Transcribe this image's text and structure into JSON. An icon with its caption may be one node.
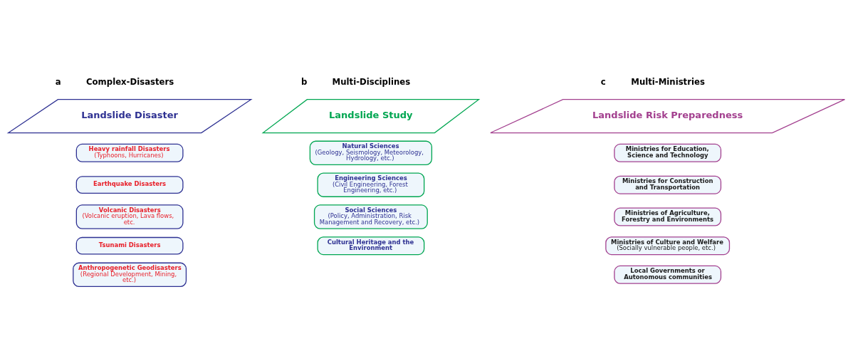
{
  "diagram": {
    "nodes": [
      {
        "text": [
          "Landslide Disaster"
        ]
      },
      {
        "text": [
          "Heavy rainfall Disasters",
          "(Typhoons, Hurricanes)"
        ]
      },
      {
        "text": [
          "Earthquake Disasters"
        ]
      },
      {
        "text": [
          "Volcanic Disasters",
          "(Volcanic eruption, Lava flows, etc."
        ]
      },
      {
        "text": [
          "Tsunami Disasters"
        ]
      },
      {
        "text": [
          "Anthropogenetic Geodisasters",
          "(Regional Development, Mining, etc.)"
        ]
      },
      {
        "text": [
          "Landslide Study"
        ]
      },
      {
        "text": [
          "Natural Sciences",
          "(Geology, Seismology, Meteorology, Hydrology, etc.)"
        ]
      },
      {
        "text": [
          "Engineering Sciences",
          "(Civil Engineering, Forest Engineering, etc.)"
        ]
      },
      {
        "text": [
          "Social Sciences",
          "(Policy, Administration, Risk Management and Recovery, etc.)"
        ]
      },
      {
        "text": [
          "Cultural Heritage and the Environment"
        ]
      },
      {
        "text": [
          "Landslide Risk Preparedness"
        ]
      },
      {
        "text": [
          "Ministries for Education, Science and Technology"
        ]
      },
      {
        "text": [
          "Ministries for Construction and Transportation"
        ]
      },
      {
        "text": [
          "Ministries of Agriculture, Forestry and Environments"
        ]
      },
      {
        "text": [
          "Ministries of Culture and Welfare",
          "(Socially vulnerable people, etc.)"
        ]
      },
      {
        "text": [
          "Local Governments or Autonomous communities"
        ]
      }
    ],
    "edges": [],
    "labels": [
      "a",
      "Complex-Disasters",
      "b",
      "Multi-Disciplines",
      "c",
      "Multi-Ministries"
    ]
  }
}
